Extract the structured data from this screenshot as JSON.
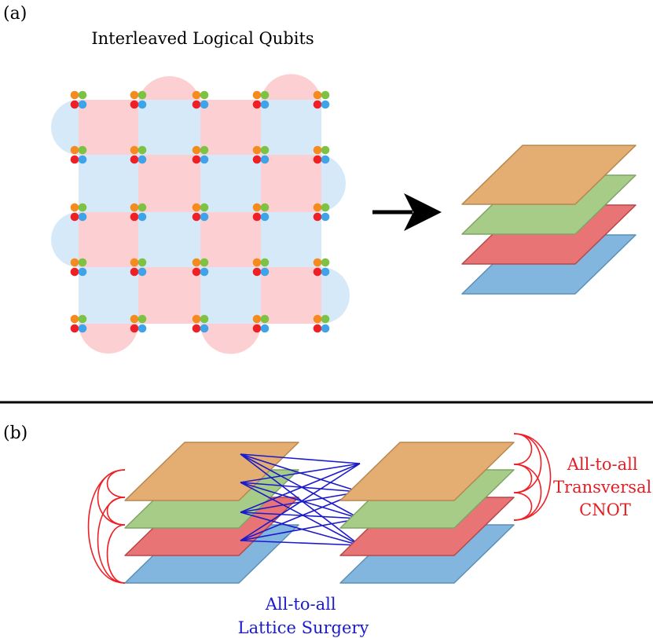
{
  "panel_a": {
    "label": "(a)",
    "title": "Interleaved Logical Qubits",
    "rows": 5,
    "cols": 5
  },
  "panel_b": {
    "label": "(b)",
    "transversal_label_lines": [
      "All-to-all",
      "Transversal",
      "CNOT"
    ],
    "surgery_label_lines": [
      "All-to-all",
      "Lattice Surgery"
    ]
  },
  "colors": {
    "x_plaquette": "#fcd0d2",
    "z_plaquette": "#d6e9f8",
    "qubit_orange": "#f58b1f",
    "qubit_green": "#7dc242",
    "qubit_red": "#ee1f25",
    "qubit_blue": "#3fa3ea",
    "layer_orange": "#e4ad72",
    "layer_green": "#a7cc88",
    "layer_red": "#e87476",
    "layer_blue": "#82b6de",
    "transversal_links": "#ee1f25",
    "surgery_links": "#1a1acc",
    "divider": "#000000"
  },
  "layer_stack_order_top_to_bottom": [
    "orange",
    "green",
    "red",
    "blue"
  ]
}
